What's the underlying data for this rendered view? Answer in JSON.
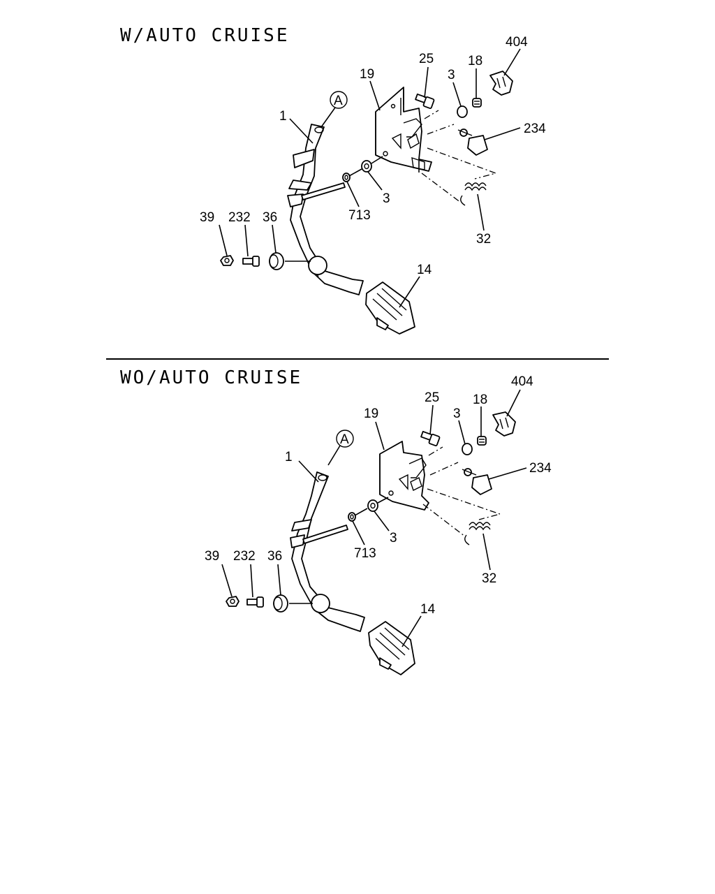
{
  "sections": [
    {
      "title": "W/AUTO CRUISE",
      "callouts": {
        "p1": "1",
        "pA": "A",
        "p19": "19",
        "p25": "25",
        "p3a": "3",
        "p18": "18",
        "p404": "404",
        "p234": "234",
        "p713": "713",
        "p3b": "3",
        "p32": "32",
        "p39": "39",
        "p232": "232",
        "p36": "36",
        "p14": "14"
      }
    },
    {
      "title": "WO/AUTO CRUISE",
      "callouts": {
        "p1": "1",
        "pA": "A",
        "p19": "19",
        "p25": "25",
        "p3a": "3",
        "p18": "18",
        "p404": "404",
        "p234": "234",
        "p713": "713",
        "p3b": "3",
        "p32": "32",
        "p39": "39",
        "p232": "232",
        "p36": "36",
        "p14": "14"
      }
    }
  ]
}
